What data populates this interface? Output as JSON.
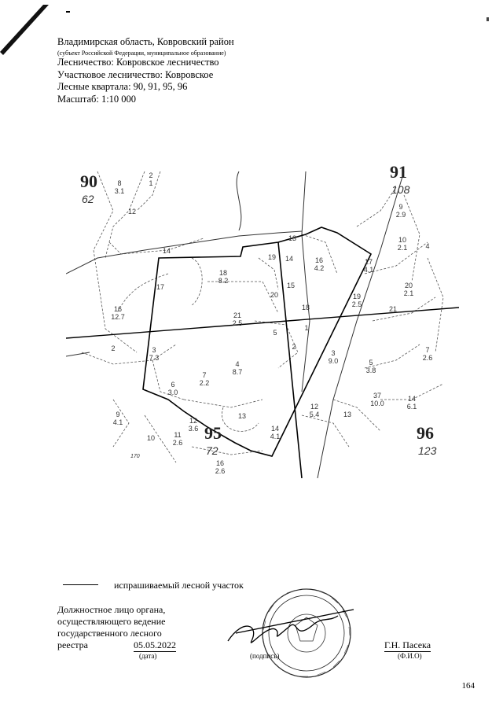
{
  "header": {
    "region": "Владимирская область, Ковровский район",
    "region_note": "(субъект Российской Федерации, муниципальное образование)",
    "forestry": "Лесничество: Ковровское лесничество",
    "district_forestry": "Участковое лесничество: Ковровское",
    "quarters": "Лесные квартала: 90, 91, 95, 96",
    "scale": "Масштаб: 1:10 000"
  },
  "map": {
    "quarters": [
      {
        "number": "90",
        "area": "62"
      },
      {
        "number": "91",
        "area": "108"
      },
      {
        "number": "95",
        "area": "72"
      },
      {
        "number": "96",
        "area": "123"
      }
    ],
    "plots": [
      {
        "n": "8",
        "a": "3.1"
      },
      {
        "n": "2",
        "a": "1"
      },
      {
        "n": "12",
        "a": ""
      },
      {
        "n": "14",
        "a": ""
      },
      {
        "n": "13",
        "a": ""
      },
      {
        "n": "19",
        "a": ""
      },
      {
        "n": "14b",
        "a": ""
      },
      {
        "n": "16",
        "a": "4.2"
      },
      {
        "n": "17",
        "a": "4.1"
      },
      {
        "n": "18",
        "a": "8.2"
      },
      {
        "n": "17b",
        "a": ""
      },
      {
        "n": "16b",
        "a": "12.7"
      },
      {
        "n": "20",
        "a": ""
      },
      {
        "n": "15",
        "a": ""
      },
      {
        "n": "18b",
        "a": ""
      },
      {
        "n": "19b",
        "a": "2.5"
      },
      {
        "n": "21",
        "a": "2.5"
      },
      {
        "n": "5",
        "a": ""
      },
      {
        "n": "1",
        "a": ""
      },
      {
        "n": "2b",
        "a": ""
      },
      {
        "n": "3",
        "a": "9.0"
      },
      {
        "n": "3b",
        "a": "7.3"
      },
      {
        "n": "2c",
        "a": ""
      },
      {
        "n": "4",
        "a": "8.7"
      },
      {
        "n": "7",
        "a": "2.2"
      },
      {
        "n": "6",
        "a": "3.0"
      },
      {
        "n": "9",
        "a": "4.1"
      },
      {
        "n": "13b",
        "a": ""
      },
      {
        "n": "14c",
        "a": "4.1"
      },
      {
        "n": "12b",
        "a": "5.4"
      },
      {
        "n": "13c",
        "a": ""
      },
      {
        "n": "10",
        "a": ""
      },
      {
        "n": "11",
        "a": "2.6"
      },
      {
        "n": "12c",
        "a": "3.6"
      },
      {
        "n": "16c",
        "a": "2.6"
      },
      {
        "n": "10b",
        "a": "2.1"
      },
      {
        "n": "9b",
        "a": "2.9"
      },
      {
        "n": "20b",
        "a": "2.1"
      },
      {
        "n": "4b",
        "a": ""
      },
      {
        "n": "21b",
        "a": ""
      },
      {
        "n": "5b",
        "a": "3.8"
      },
      {
        "n": "37",
        "a": "10.0"
      },
      {
        "n": "14d",
        "a": "6.1"
      },
      {
        "n": "7b",
        "a": "2.6"
      }
    ],
    "misc_label": "170"
  },
  "legend": {
    "text": "испрашиваемый лесной участок"
  },
  "signature": {
    "line1": "Должностное лицо органа,",
    "line2": "осуществляющего ведение",
    "line3": "государственного лесного",
    "line4": "реестра",
    "date": "05.05.2022",
    "date_caption": "(дата)",
    "sign_caption": "(подпись)",
    "name": "Г.Н. Пасека",
    "name_caption": "(Ф.И.О)"
  },
  "page_number": "164"
}
